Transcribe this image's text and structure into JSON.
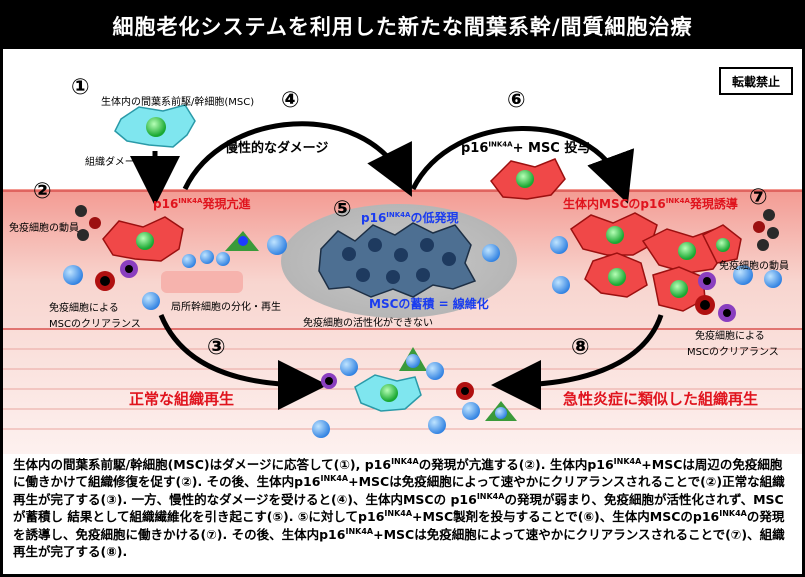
{
  "title": "細胞老化システムを利用した新たな間葉系幹/間質細胞治療",
  "forbidden_label": "転載禁止",
  "steps": [
    "①",
    "②",
    "③",
    "④",
    "⑤",
    "⑥",
    "⑦",
    "⑧"
  ],
  "labels": {
    "msc_in_body": "生体内の間葉系前駆/幹細胞(MSC)",
    "tissue_damage": "組織ダメージ",
    "p16_up_prefix": "p16",
    "p16_sup": "INK4A",
    "p16_up_suffix": "発現亢進",
    "immune_mobilize_left": "免疫細胞の動員",
    "immune_mobilize_right": "免疫細胞の動員",
    "local_stem_diff": "局所幹細胞の分化・再生",
    "immune_clear_left_1": "免疫細胞による",
    "immune_clear_left_2": "MSCのクリアランス",
    "immune_clear_right_1": "免疫細胞による",
    "immune_clear_right_2": "MSCのクリアランス",
    "chronic_damage": "慢性的なダメージ",
    "p16_low_prefix": "p16",
    "p16_low_suffix": "の低発現",
    "msc_accum": "MSCの蓄積 = 線維化",
    "immune_inactive": "免疫細胞の活性化ができない",
    "p16_msc_admin_prefix": "p16",
    "p16_msc_admin_suffix": "+ MSC 投与",
    "induce_p16_prefix": "生体内MSCのp16",
    "induce_p16_suffix": "発現誘導",
    "normal_regen": "正常な組織再生",
    "inflam_regen": "急性炎症に類似した組織再生"
  },
  "caption": {
    "sup": "INK4A",
    "parts": [
      "生体内の間葉系前駆/幹細胞(MSC)はダメージに応答して(①), p16",
      "の発現が亢進する(②). 生体内p16",
      "+MSCは周辺の免疫細胞に働きかけて組織修復を促す(②). その後、生体内p16",
      "+MSCは免疫細胞によって速やかにクリアランスされることで(②)正常な組織再生が完了する(③). 一方、慢性的なダメージを受けると(④)、生体内MSCの p16",
      "の発現が弱まり、免疫細胞が活性化されず、MSCが蓄積し 結果として組織繊維化を引き起こす(⑤). ⑤に対してp16",
      "+MSC製剤を投与することで(⑥)、生体内MSCのp16",
      "の発現を誘導し、免疫細胞に働きかける(⑦). その後、生体内p16",
      "+MSCは免疫細胞によって速やかにクリアランスされることで(⑦)、組織再生が完了する(⑧)."
    ]
  },
  "colors": {
    "tissue_pink": "#f7c9c3",
    "tissue_line": "#d9534f",
    "msc_cyan": "#7fe6ef",
    "senescent_red": "#f04848",
    "nucleus_green": "#2ecc40",
    "immune_blue": "#3d86e0",
    "fibrosis_dark": "#3c5a78",
    "arrow_black": "#000000",
    "accent_red": "#e0141e",
    "accent_blue": "#1a3cf0"
  }
}
